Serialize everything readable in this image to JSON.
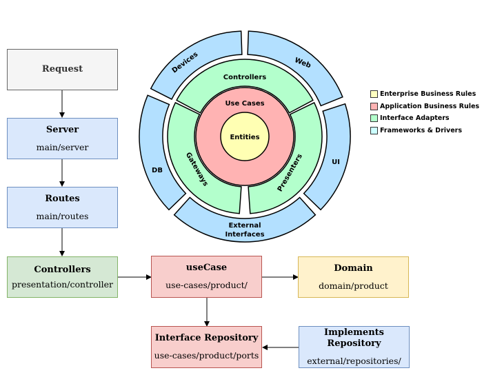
{
  "flow": {
    "request": {
      "title": "Request"
    },
    "server": {
      "title": "Server",
      "path": "main/server"
    },
    "routes": {
      "title": "Routes",
      "path": "main/routes"
    },
    "controllers": {
      "title": "Controllers",
      "path": "presentation/controller"
    },
    "usecase": {
      "title": "useCase",
      "path": "use-cases/product/"
    },
    "domain": {
      "title": "Domain",
      "path": "domain/product"
    },
    "interface_repo": {
      "title": "Interface Repository",
      "path": "use-cases/product/ports"
    },
    "implements_repo": {
      "title": "Implements Repository",
      "path": "external/repositories/"
    }
  },
  "onion": {
    "core": "Entities",
    "use_cases": "Use Cases",
    "adapters": [
      "Controllers",
      "Gateways",
      "Presenters"
    ],
    "frameworks": [
      "Devices",
      "Web",
      "UI",
      "DB"
    ],
    "external_line1": "External",
    "external_line2": "Interfaces",
    "colors": {
      "entities": "#ffffb3",
      "use_cases": "#ffb3b3",
      "adapters": "#b3ffcc",
      "frameworks": "#b3e0ff"
    }
  },
  "legend": [
    {
      "label": "Enterprise Business Rules",
      "color": "#ffffc0"
    },
    {
      "label": "Application Business Rules",
      "color": "#ffb3b3"
    },
    {
      "label": "Interface Adapters",
      "color": "#b3ffcc"
    },
    {
      "label": "Frameworks & Drivers",
      "color": "#ccffff"
    }
  ]
}
